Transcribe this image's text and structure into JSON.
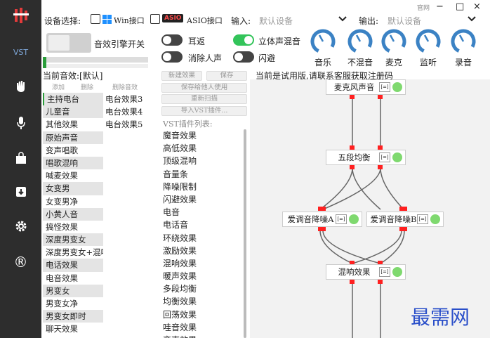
{
  "topbar": {
    "device_label": "设备选择:",
    "win_label": "Win接口",
    "asio_label": "ASIO接口",
    "asio_logo": "ASIO",
    "input_label": "输入:",
    "input_value": "默认设备",
    "output_label": "输出:",
    "output_value": "默认设备",
    "guanwang": "官网",
    "min": "−",
    "max": "□",
    "close": "×"
  },
  "engine": {
    "label": "音效引擎开关",
    "level": 0.03
  },
  "toggles": [
    {
      "label": "耳返",
      "state": "off"
    },
    {
      "label": "消除人声",
      "state": "off"
    },
    {
      "label": "立体声混音",
      "state": "on"
    },
    {
      "label": "闪避",
      "state": "off"
    }
  ],
  "knobs": [
    {
      "label": "音乐",
      "icon": "knob-icon"
    },
    {
      "label": "不混音",
      "icon": "knob-icon"
    },
    {
      "label": "麦克",
      "icon": "knob-icon"
    },
    {
      "label": "监听",
      "icon": "knob-icon"
    },
    {
      "label": "录音",
      "icon": "knob-icon"
    }
  ],
  "current_effect": {
    "label": "当前音效:[默认]",
    "add": "添加",
    "delete": "删除",
    "delete_effect": "删除音效"
  },
  "effects": [
    "主持电台",
    "儿童音",
    "其他效果",
    "原始声音",
    "变声唱歌",
    "唱歌混响",
    "喊麦效果",
    "女变男",
    "女变男净",
    "小黄人音",
    "搞怪效果",
    "深度男变女",
    "深度男变女+混响",
    "电话效果",
    "电音效果",
    "男变女",
    "男变女净",
    "男变女即时",
    "聊天效果"
  ],
  "radio_effects": [
    "电台效果3",
    "电台效果4",
    "电台效果5"
  ],
  "vst_buttons": {
    "new": "新建效果",
    "save": "保存",
    "save_others": "保存给他人使用",
    "rescan": "重新扫描",
    "import": "导入VST插件..."
  },
  "vst": {
    "label": "VST插件列表:",
    "items": [
      "魔音效果",
      "高低效果",
      "顶级混响",
      "音量条",
      "降噪限制",
      "闪避效果",
      "电音",
      "电话音",
      "环绕效果",
      "激励效果",
      "混响效果",
      "暖声效果",
      "多段均衡",
      "均衡效果",
      "回荡效果",
      "哇音效果",
      "变声效果"
    ]
  },
  "trial_text": "当前是试用版,请联系客服获取注册码",
  "diagram": {
    "nodes": {
      "mic": "麦克风声音",
      "eq5": "五段均衡",
      "nr_a": "爱调音降噪A",
      "nr_b": "爱调音降噪B",
      "reverb": "混响效果"
    },
    "node_icon": "[=]"
  },
  "watermark": "最需网",
  "colors": {
    "sidebar": "#2d2d2d",
    "accent_green": "#33c45a",
    "port_red": "#ff2020",
    "knob_blue": "#3b82c4",
    "watermark": "#2a4fc9"
  }
}
